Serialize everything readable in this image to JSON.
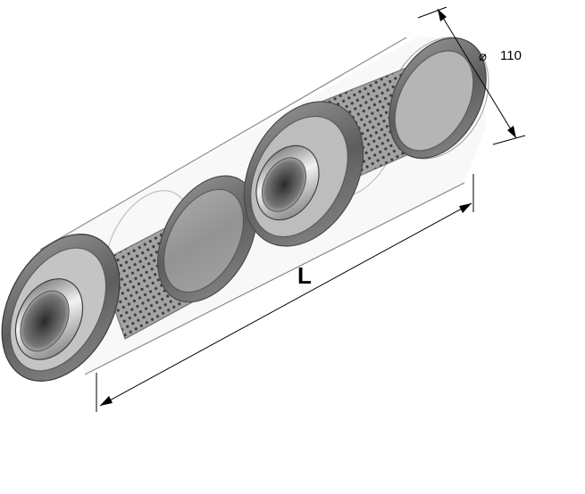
{
  "dimensions": {
    "diameter_symbol": "⌀",
    "diameter_value": "110",
    "length_label": "L"
  },
  "colors": {
    "shell_outline": "#8c8c8c",
    "shell_fill": "#eeeeee",
    "perforated_tube": "#9a9a9a",
    "flange": "#6e6e6e",
    "pipe_highlight": "#e8e8e8",
    "dimension_line": "#000000"
  },
  "icons": [
    "muffler-assembly-drawing"
  ]
}
